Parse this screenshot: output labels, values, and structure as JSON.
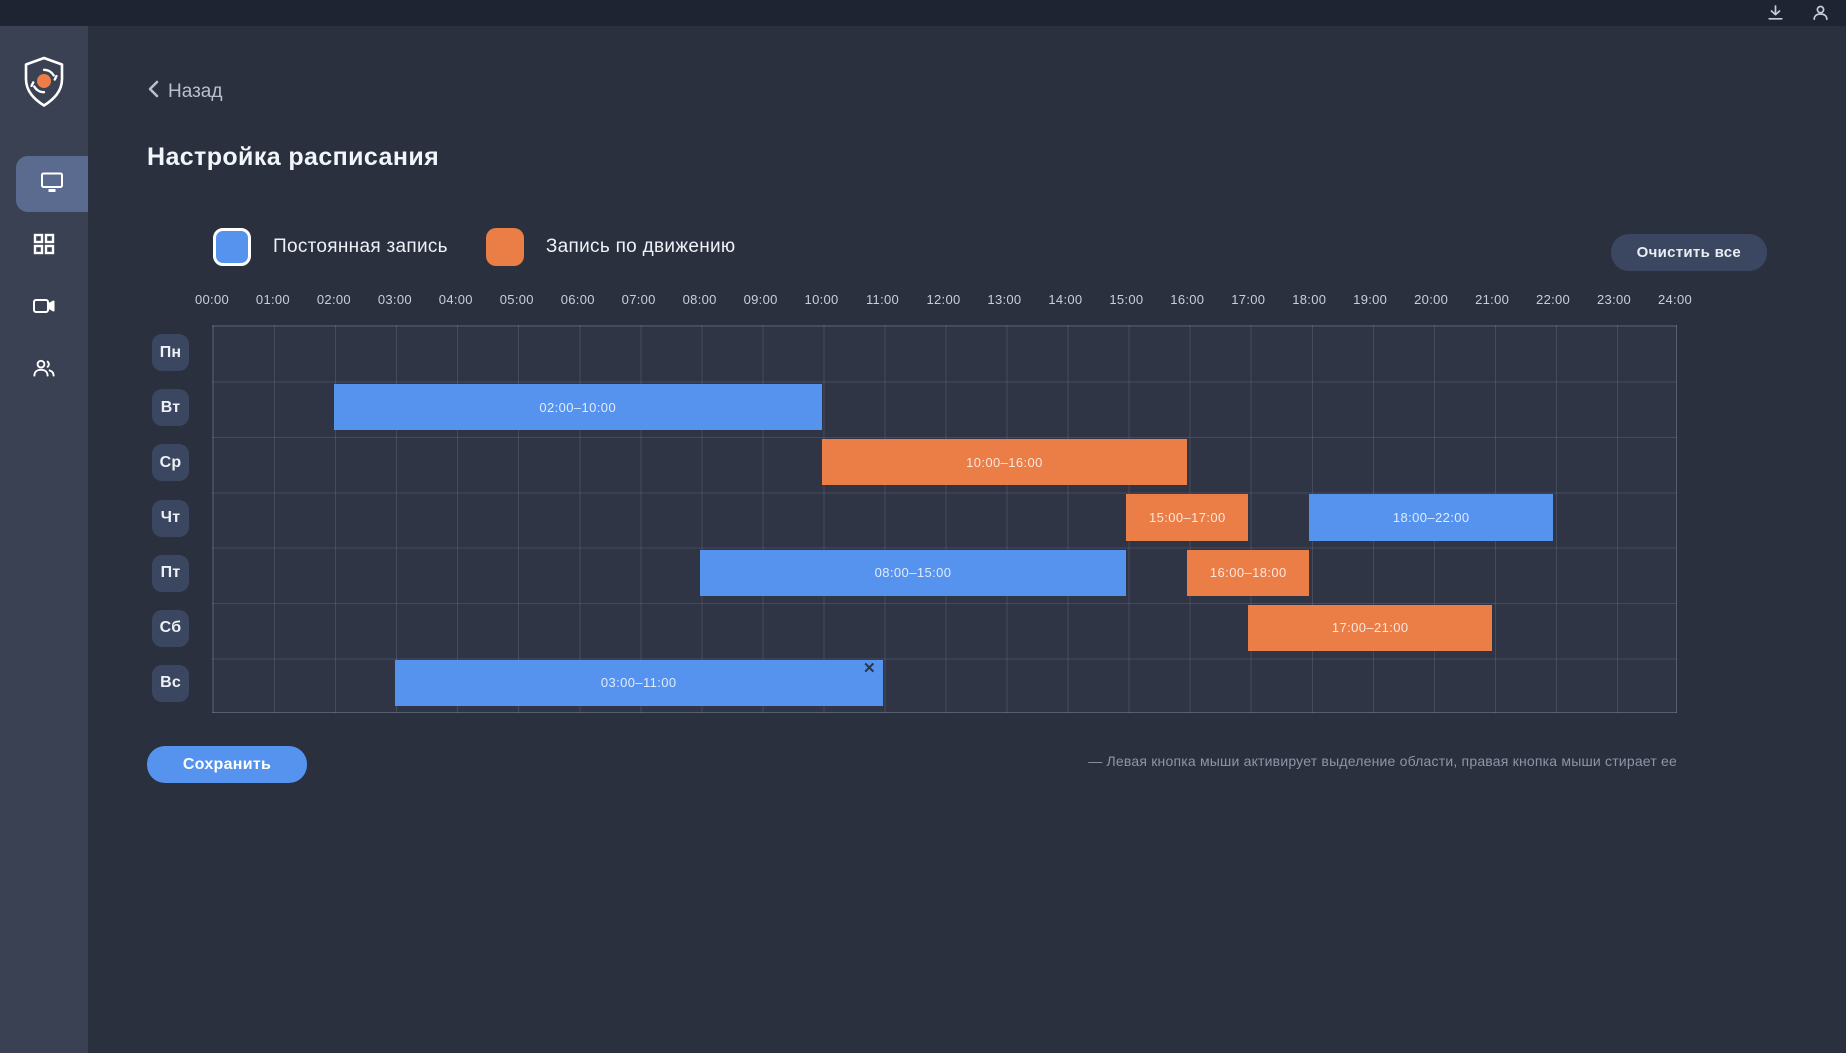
{
  "topbar": {
    "icons": [
      {
        "name": "download-icon"
      },
      {
        "name": "user-icon"
      }
    ]
  },
  "sidebar": {
    "logo": "shield-camera-logo",
    "items": [
      {
        "id": "monitors",
        "icon": "monitor-icon",
        "active": true
      },
      {
        "id": "apps-grid",
        "icon": "grid-icon",
        "active": false
      },
      {
        "id": "cameras",
        "icon": "video-camera-icon",
        "active": false
      },
      {
        "id": "users",
        "icon": "people-icon",
        "active": false
      }
    ]
  },
  "header": {
    "back_label": "Назад",
    "title": "Настройка расписания"
  },
  "legend": [
    {
      "label": "Постоянная запись",
      "color": "#5593ee",
      "type": "constant",
      "selected": true
    },
    {
      "label": "Запись по движению",
      "color": "#eb7d46",
      "type": "motion",
      "selected": false
    }
  ],
  "toolbar": {
    "clear_all_label": "Очистить все",
    "save_label": "Сохранить"
  },
  "hint": "— Левая кнопка мыши активирует выделение области, правая кнопка мыши стирает ее",
  "schedule": {
    "hours": [
      "00:00",
      "01:00",
      "02:00",
      "03:00",
      "04:00",
      "05:00",
      "06:00",
      "07:00",
      "08:00",
      "09:00",
      "10:00",
      "11:00",
      "12:00",
      "13:00",
      "14:00",
      "15:00",
      "16:00",
      "17:00",
      "18:00",
      "19:00",
      "20:00",
      "21:00",
      "22:00",
      "23:00",
      "24:00"
    ],
    "days": [
      "Пн",
      "Вт",
      "Ср",
      "Чт",
      "Пт",
      "Сб",
      "Вс"
    ],
    "colors": {
      "constant": "#5593ee",
      "motion": "#eb7d46"
    },
    "bars": [
      {
        "day": "Вт",
        "start": 2,
        "end": 10,
        "label": "02:00–10:00",
        "type": "constant",
        "closable": false
      },
      {
        "day": "Ср",
        "start": 10,
        "end": 16,
        "label": "10:00–16:00",
        "type": "motion",
        "closable": false
      },
      {
        "day": "Чт",
        "start": 15,
        "end": 17,
        "label": "15:00–17:00",
        "type": "motion",
        "closable": false
      },
      {
        "day": "Чт",
        "start": 18,
        "end": 22,
        "label": "18:00–22:00",
        "type": "constant",
        "closable": false
      },
      {
        "day": "Пт",
        "start": 8,
        "end": 15,
        "label": "08:00–15:00",
        "type": "constant",
        "closable": false
      },
      {
        "day": "Пт",
        "start": 16,
        "end": 18,
        "label": "16:00–18:00",
        "type": "motion",
        "closable": false
      },
      {
        "day": "Сб",
        "start": 17,
        "end": 21,
        "label": "17:00–21:00",
        "type": "motion",
        "closable": false
      },
      {
        "day": "Вс",
        "start": 3,
        "end": 11,
        "label": "03:00–11:00",
        "type": "constant",
        "closable": true
      }
    ]
  }
}
